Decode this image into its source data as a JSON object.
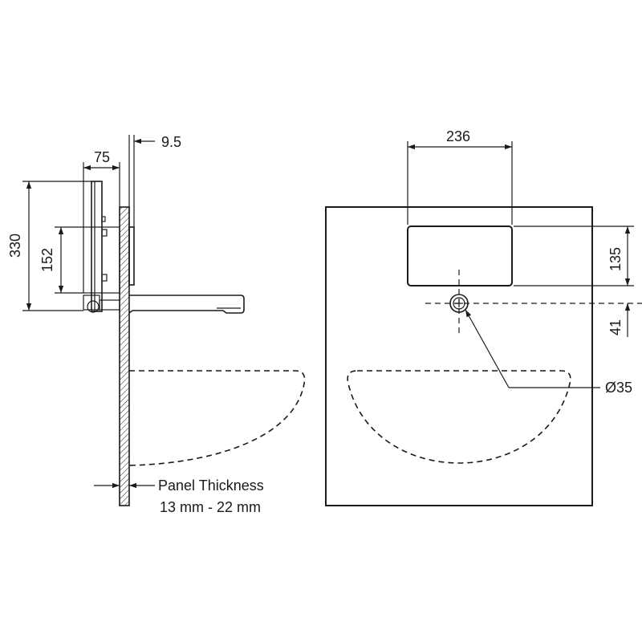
{
  "side_view": {
    "dims": {
      "wall_gap": "9.5",
      "depth": "75",
      "total_height": "330",
      "box_height": "152"
    },
    "panel_note": {
      "line1": "Panel Thickness",
      "line2": "13 mm - 22 mm"
    }
  },
  "front_view": {
    "dims": {
      "cover_width": "236",
      "cover_height": "135",
      "outlet_offset": "41",
      "outlet_diameter": "Ø35"
    }
  },
  "colors": {
    "line": "#1a1a1a",
    "background": "#ffffff"
  }
}
